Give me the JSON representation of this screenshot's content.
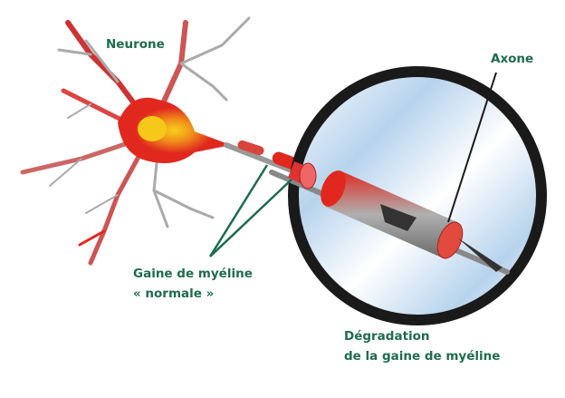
{
  "labels": {
    "neuron": "Neurone",
    "axon": "Axone",
    "normal_myelin_line1": "Gaine de myéline",
    "normal_myelin_line2": "« normale »",
    "degradation_line1": "Dégradation",
    "degradation_line2": "de la gaine de myéline"
  },
  "colors": {
    "label": "#1f6b4f",
    "neuron": "#e0281e",
    "nucleus": "#f6c21a",
    "lens_ring": "#1a1a1a",
    "lens_fill": "#cfe3f3"
  }
}
